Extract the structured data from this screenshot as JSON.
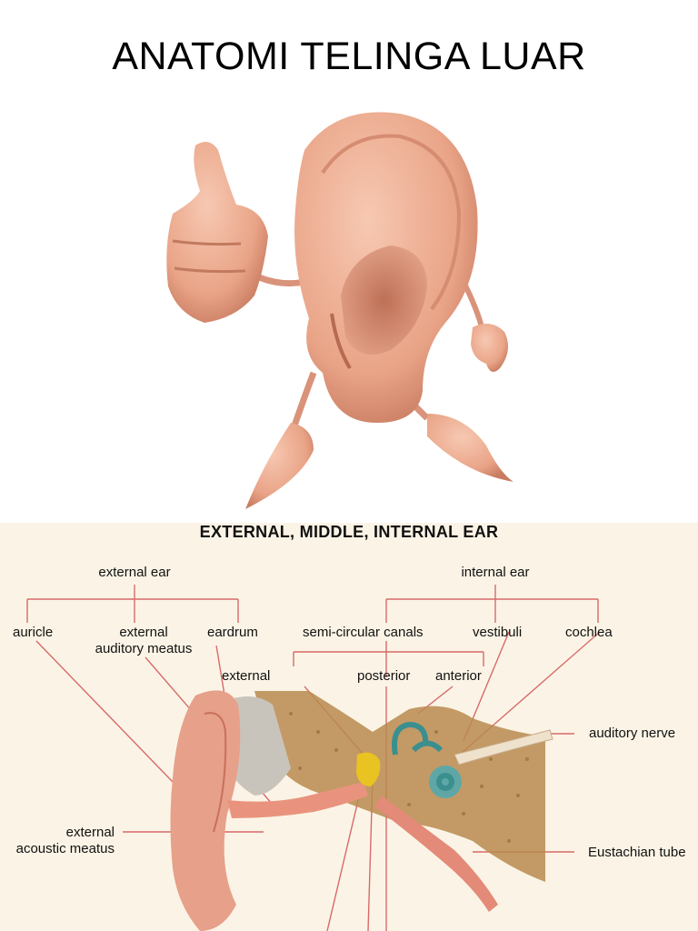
{
  "title": "ANATOMI TELINGA LUAR",
  "diagram": {
    "title": "EXTERNAL, MIDDLE, INTERNAL EAR",
    "groups": {
      "external_ear": "external ear",
      "internal_ear": "internal ear"
    },
    "labels": {
      "auricle": "auricle",
      "external_auditory_meatus": "external\nauditory meatus",
      "eardrum": "eardrum",
      "semicircular_canals": "semi-circular canals",
      "vestibuli": "vestibuli",
      "cochlea": "cochlea",
      "external": "external",
      "posterior": "posterior",
      "anterior": "anterior",
      "auditory_nerve": "auditory nerve",
      "external_acoustic_meatus": "external\nacoustic meatus",
      "eustachian_tube": "Eustachian tube"
    },
    "colors": {
      "leader_line": "#d86a6a",
      "bone": "#b98a4e",
      "auricle": "#e7a08a",
      "ossicles": "#e8c321",
      "inner_ear": "#3b8f8f"
    }
  },
  "cartoon": {
    "icon": "thumbs-up-ear-character",
    "skin_color": "#f2b49a"
  }
}
